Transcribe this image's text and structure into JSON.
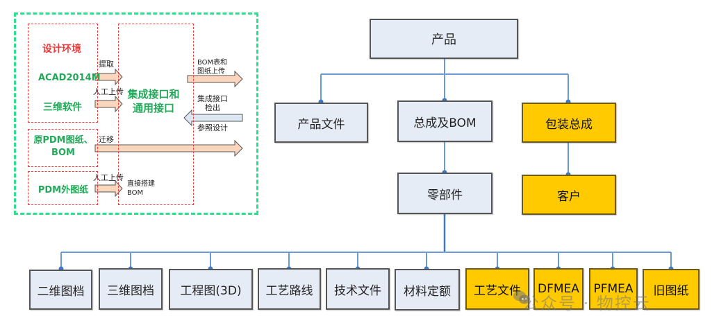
{
  "left_panel": {
    "design_env_title": "设计环境",
    "sources": {
      "acad": "ACAD2014M",
      "three_d": "三维软件",
      "legacy_pdm": "原PDM图纸、BOM",
      "external_pdm": "PDM外图纸"
    },
    "integration_box": "集成接口和通用接口",
    "direct_build": "直接搭建BOM",
    "arrows": {
      "extract": "提取",
      "manual_upload_1": "人工上传",
      "migrate": "迁移",
      "manual_upload_2": "人工上传",
      "bom_upload": "BOM表和图纸上传",
      "checkout": "集成接口检出",
      "reference_design": "参照设计"
    }
  },
  "tree": {
    "root": "产品",
    "level1": [
      {
        "label": "产品文件",
        "style": "blue"
      },
      {
        "label": "总成及BOM",
        "style": "blue"
      },
      {
        "label": "包装总成",
        "style": "gold"
      }
    ],
    "level2": [
      {
        "label": "零部件",
        "style": "blue"
      },
      {
        "label": "客户",
        "style": "gold"
      }
    ],
    "level3": [
      {
        "label": "二维图档",
        "style": "blue"
      },
      {
        "label": "三维图档",
        "style": "blue"
      },
      {
        "label": "工程图(3D)",
        "style": "blue"
      },
      {
        "label": "工艺路线",
        "style": "blue"
      },
      {
        "label": "技术文件",
        "style": "blue"
      },
      {
        "label": "材料定额",
        "style": "blue"
      },
      {
        "label": "工艺文件",
        "style": "gold"
      },
      {
        "label": "DFMEA",
        "style": "gold"
      },
      {
        "label": "PFMEA",
        "style": "gold"
      },
      {
        "label": "旧图纸",
        "style": "gold"
      }
    ]
  },
  "colors": {
    "connector": "#5b8fd4",
    "box_blue": "#e6ecf6",
    "box_gold": "#ffcb00",
    "frame_green": "#2be08a",
    "frame_red": "#f03c3c",
    "text_green": "#24a85a",
    "arrow_fill": "#fbd6bc",
    "arrow_back_fill": "#dde6f3"
  },
  "watermark": "公众号 · 物控云"
}
